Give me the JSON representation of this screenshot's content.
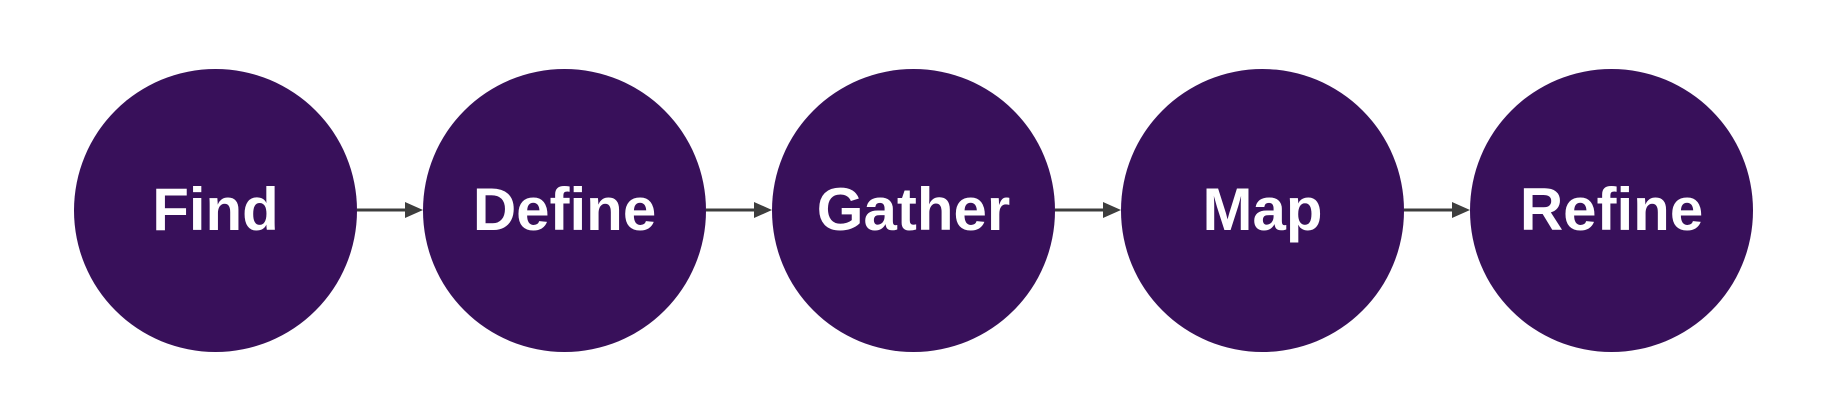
{
  "diagram": {
    "type": "process-flow",
    "direction": "left-to-right",
    "steps": [
      {
        "label": "Find"
      },
      {
        "label": "Define"
      },
      {
        "label": "Gather"
      },
      {
        "label": "Map"
      },
      {
        "label": "Refine"
      }
    ],
    "connector": "arrow-right"
  },
  "colors": {
    "circle": "#38105A",
    "arrow": "#3D3D3D",
    "label": "#FFFFFF",
    "background": "#FFFFFF"
  }
}
